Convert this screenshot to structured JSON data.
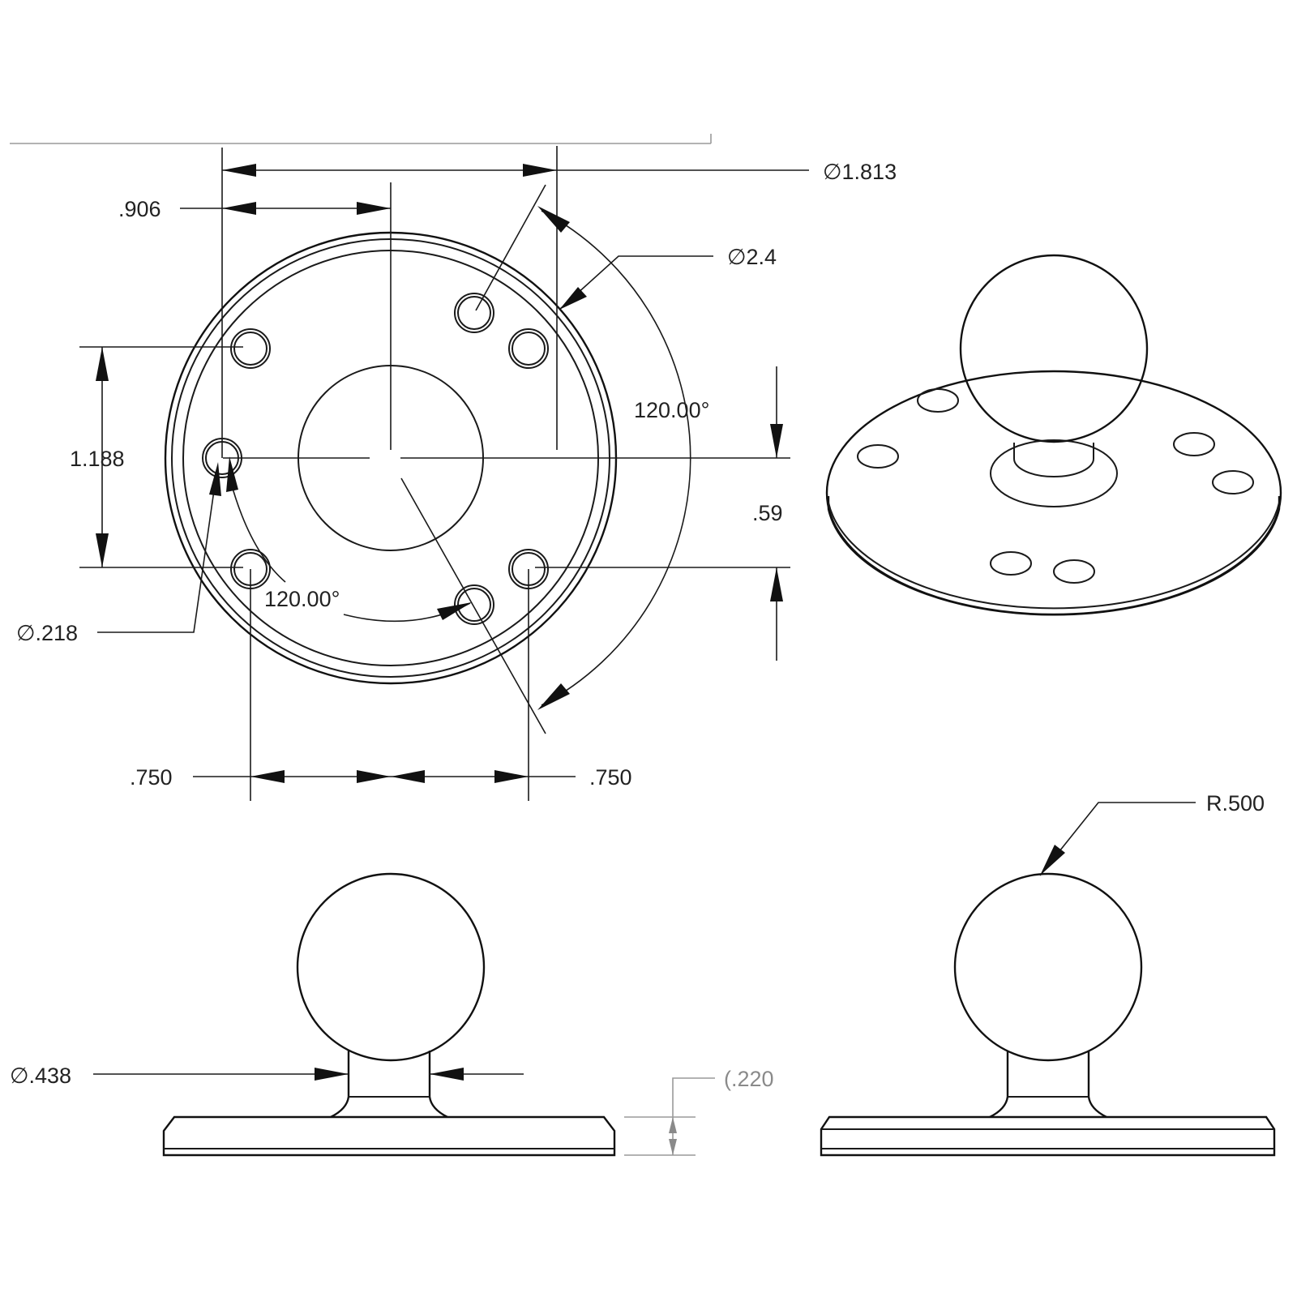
{
  "dimensions": {
    "bolt_circle_diameter": "∅1.813",
    "half_bolt_circle": ".906",
    "base_diameter": "∅2.4",
    "angle_right": "120.00°",
    "angle_inner": "120.00°",
    "vertical_spacing": "1.188",
    "vertical_offset": ".59",
    "hole_diameter": "∅.218",
    "horizontal_left": ".750",
    "horizontal_right": ".750",
    "ball_radius": "R.500",
    "neck_diameter": "∅.438",
    "base_thickness": "(.220"
  }
}
